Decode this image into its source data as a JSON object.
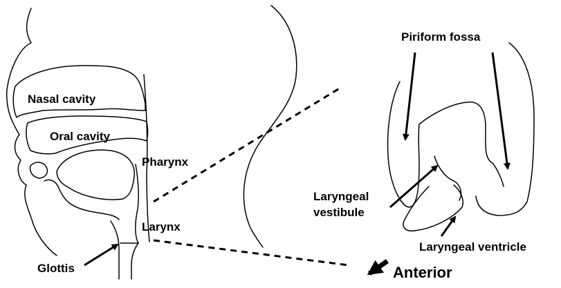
{
  "labels": {
    "nasal_cavity": "Nasal cavity",
    "oral_cavity": "Oral cavity",
    "pharynx": "Pharynx",
    "larynx": "Larynx",
    "glottis": "Glottis",
    "piriform_fossa": "Piriform fossa",
    "laryngeal_vestibule_line1": "Laryngeal",
    "laryngeal_vestibule_line2": "vestibule",
    "laryngeal_ventricle": "Laryngeal ventricle",
    "anterior": "Anterior"
  },
  "colors": {
    "ink": "#000000",
    "background": "#ffffff"
  }
}
